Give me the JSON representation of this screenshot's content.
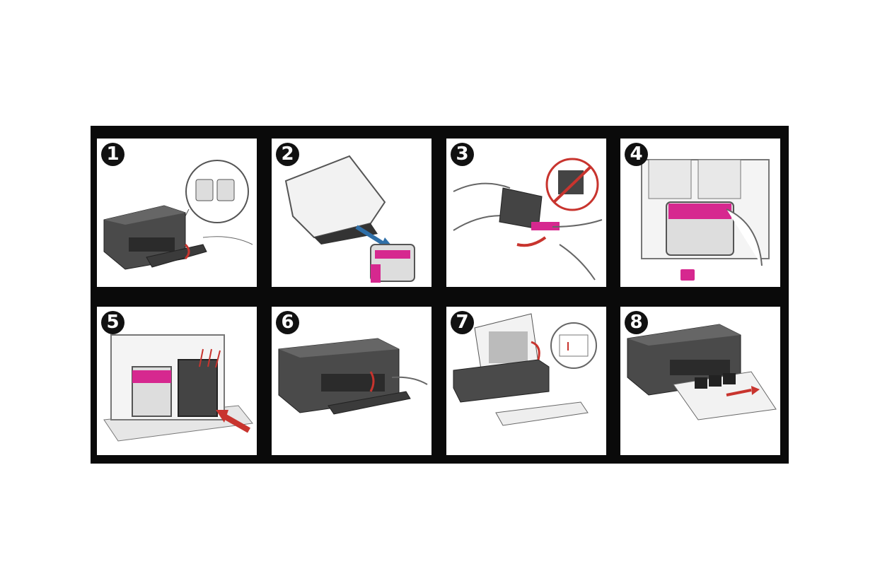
{
  "steps": [
    {
      "number": "1",
      "scene": "open-printer-door"
    },
    {
      "number": "2",
      "scene": "unpack-cartridge"
    },
    {
      "number": "3",
      "scene": "remove-tape"
    },
    {
      "number": "4",
      "scene": "hold-color-cartridge"
    },
    {
      "number": "5",
      "scene": "insert-cartridges"
    },
    {
      "number": "6",
      "scene": "close-printer-door"
    },
    {
      "number": "7",
      "scene": "align-scan-page"
    },
    {
      "number": "8",
      "scene": "print-output"
    }
  ],
  "colors": {
    "frame": "#0a0a0a",
    "printer_body": "#4a4a4a",
    "printer_dark": "#2b2b2b",
    "cartridge_magenta": "#d6288f",
    "arrow_red": "#c8342e",
    "arrow_blue": "#2f6fa8",
    "outline": "#555555"
  },
  "icons": [
    "printer-icon",
    "cartridge-icon",
    "hand-icon",
    "arrow-icon",
    "prohibited-icon"
  ]
}
